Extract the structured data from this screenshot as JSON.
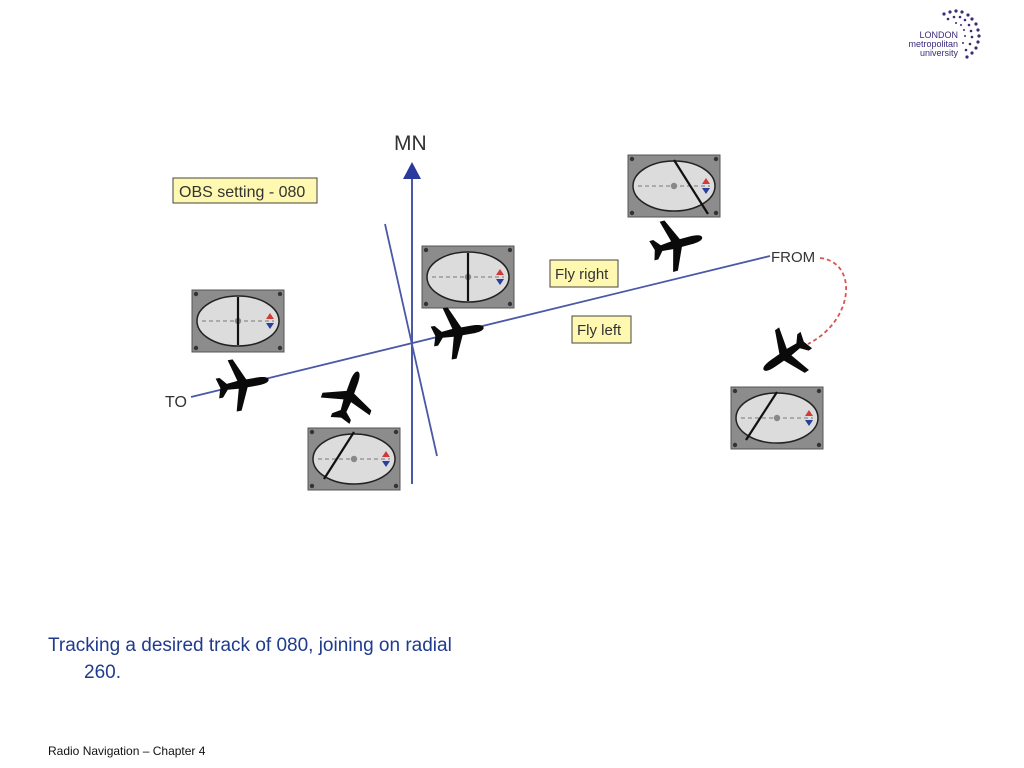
{
  "logo": {
    "line1": "LONDON",
    "line2": "metropolitan",
    "line3": "university"
  },
  "diagram": {
    "north_label": "MN",
    "obs_label": "OBS setting - 080",
    "fly_right_label": "Fly right",
    "fly_left_label": "Fly left",
    "to_label": "TO",
    "from_label": "FROM"
  },
  "caption": {
    "line1": "Tracking a desired track of 080, joining on radial",
    "line2": "260."
  },
  "footer": {
    "text": "Radio Navigation – Chapter 4"
  },
  "colors": {
    "caption": "#1f3b8c",
    "track_line": "#4a58a8",
    "label_fill": "#fff8b0",
    "join_curve": "#d9534f"
  }
}
